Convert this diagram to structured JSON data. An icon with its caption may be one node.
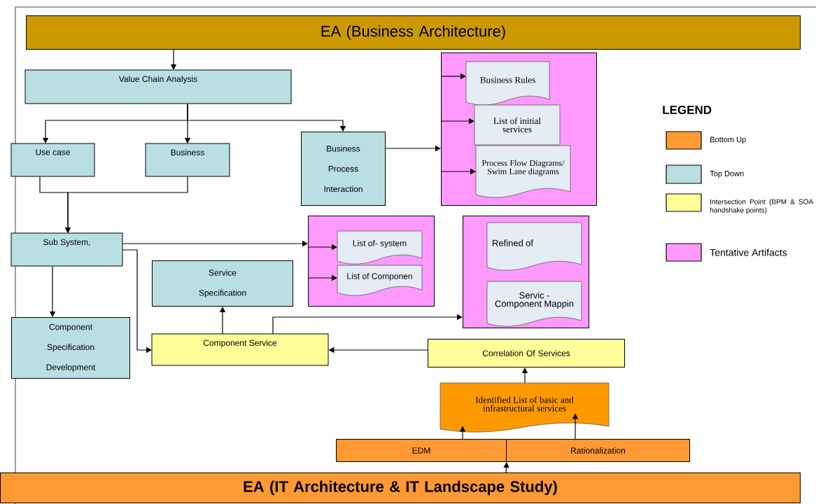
{
  "diagram": {
    "nodes": [
      {
        "text": [
          "EA (Business Architecture)"
        ]
      },
      {
        "text": [
          "Value Chain Analysis"
        ]
      },
      {
        "text": [
          "Use case"
        ]
      },
      {
        "text": [
          "Business"
        ]
      },
      {
        "text": [
          "Business Process Interaction"
        ]
      },
      {
        "text": [],
        "shape": "box"
      },
      {
        "text": [
          "Business Rules"
        ],
        "in": 5
      },
      {
        "text": [
          "List of initial services"
        ],
        "in": 5
      },
      {
        "text": [
          "Process Flow Diagrams/ Swim Lane diagrams"
        ],
        "in": 5
      },
      {
        "text": [
          "Sub System,"
        ]
      },
      {
        "text": [],
        "shape": "box"
      },
      {
        "text": [
          "List of- system"
        ],
        "in": 10
      },
      {
        "text": [
          "List of Componen"
        ],
        "in": 10
      },
      {
        "text": [
          "Service Specification"
        ]
      },
      {
        "text": [],
        "shape": "box"
      },
      {
        "text": [
          "Refined of"
        ],
        "in": 14
      },
      {
        "text": [
          "Servic - Component Mappin"
        ],
        "in": 14
      },
      {
        "text": [
          "Component Specification Development"
        ]
      },
      {
        "text": [
          "Component Service"
        ]
      },
      {
        "text": [
          "Correlation Of Services"
        ]
      },
      {
        "text": [
          "Identified List of basic and infrastructural services"
        ]
      },
      {
        "text": [
          "EDM"
        ]
      },
      {
        "text": [
          "Rationalization"
        ]
      },
      {
        "text": [
          "EA (IT Architecture & IT Landscape Study)"
        ]
      }
    ],
    "edges": [
      {
        "from": 0,
        "to": 1,
        "arrow": "to"
      },
      {
        "from": 1,
        "to": 2,
        "arrow": "to"
      },
      {
        "from": 1,
        "to": 3,
        "arrow": "to"
      },
      {
        "from": 1,
        "to": 4,
        "arrow": "to"
      },
      {
        "from": 2,
        "to": 9,
        "arrow": "to"
      },
      {
        "from": 3,
        "to": 9,
        "arrow": "to"
      },
      {
        "from": 4,
        "to": 5,
        "arrow": "to"
      },
      {
        "from": 5,
        "to": 6,
        "arrow": "to"
      },
      {
        "from": 5,
        "to": 7,
        "arrow": "to"
      },
      {
        "from": 5,
        "to": 8,
        "arrow": "to"
      },
      {
        "from": 9,
        "to": 10,
        "arrow": "to"
      },
      {
        "from": 10,
        "to": 11,
        "arrow": "to"
      },
      {
        "from": 10,
        "to": 12,
        "arrow": "to"
      },
      {
        "from": 9,
        "to": 17,
        "arrow": "to"
      },
      {
        "from": 9,
        "to": 18,
        "arrow": "to"
      },
      {
        "from": 18,
        "to": 13,
        "arrow": "to"
      },
      {
        "from": 18,
        "to": 14,
        "arrow": "to"
      },
      {
        "from": 19,
        "to": 18,
        "arrow": "to"
      },
      {
        "from": 20,
        "to": 19,
        "arrow": "to"
      },
      {
        "from": 21,
        "to": 20,
        "arrow": "to"
      },
      {
        "from": 22,
        "to": 20,
        "arrow": "to"
      },
      {
        "from": 23,
        "to": 21,
        "arrow": "to"
      }
    ],
    "labels": [
      "LEGEND"
    ],
    "legend": [
      {
        "text": "Bottom Up",
        "color": "#ff9933"
      },
      {
        "text": "Top Down",
        "color": "#b9dfe2"
      },
      {
        "text": "Intersection Point (BPM & SOA handshake points)",
        "color": "#ffff99"
      },
      {
        "text": "Tentative Artifacts",
        "color": "#ff99ff"
      }
    ]
  }
}
